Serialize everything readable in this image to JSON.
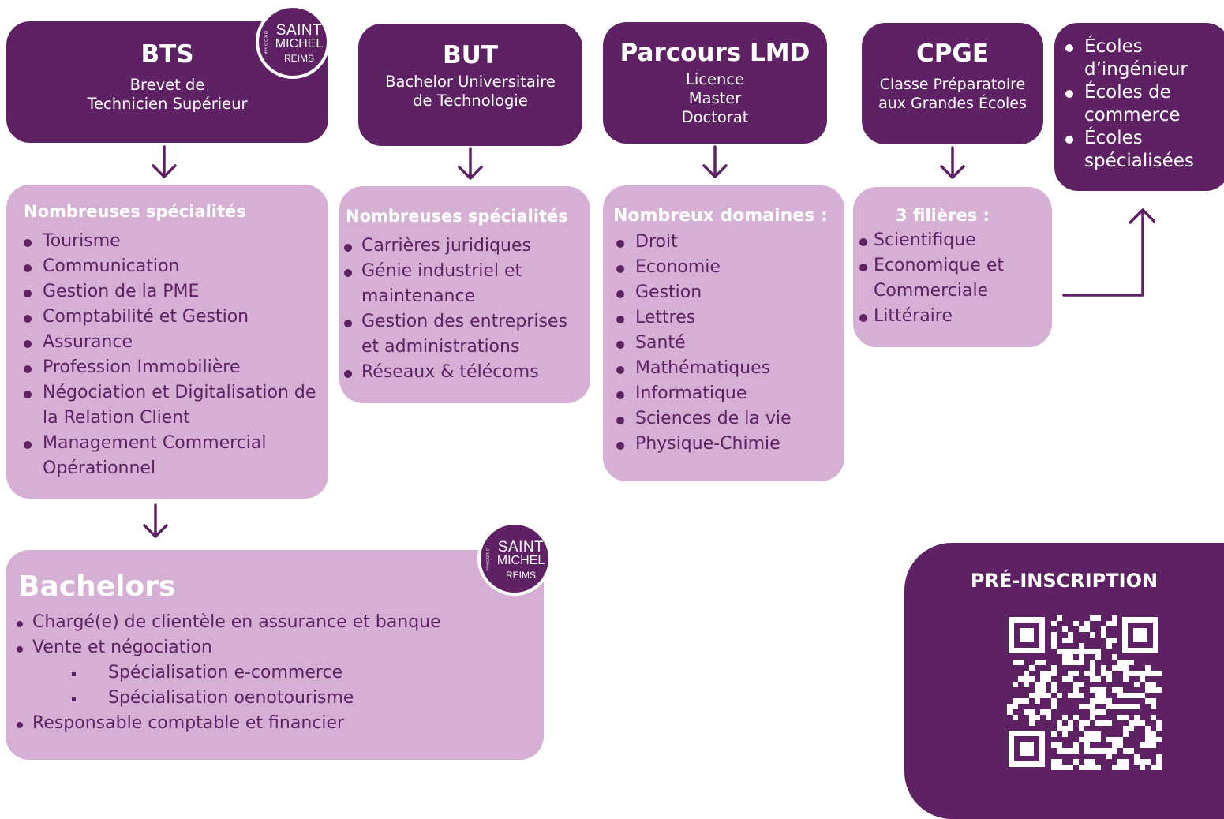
{
  "bts": {
    "title": "BTS",
    "subtitle": "Brevet de\nTechnicien Supérieur",
    "spec_title": "Nombreuses spécialités",
    "items": [
      "Tourisme",
      "Communication",
      "Gestion de la PME",
      "Comptabilité et Gestion",
      "Assurance",
      "Profession Immobilière",
      "Négociation et Digitalisation de la Relation Client",
      "Management Commercial Opérationnel"
    ]
  },
  "but": {
    "title": "BUT",
    "subtitle": "Bachelor Universitaire\nde Technologie",
    "spec_title": "Nombreuses spécialités",
    "items": [
      "Carrières juridiques",
      "Génie industriel et maintenance",
      "Gestion des entreprises et administrations",
      "Réseaux & télécoms"
    ]
  },
  "lmd": {
    "title": "Parcours LMD",
    "subtitle": "Licence\nMaster\nDoctorat",
    "spec_title": "Nombreux domaines :",
    "items": [
      "Droit",
      "Economie",
      "Gestion",
      "Lettres",
      "Santé",
      "Mathématiques",
      "Informatique",
      "Sciences de la vie",
      "Physique-Chimie"
    ]
  },
  "cpge": {
    "title": "CPGE",
    "subtitle": "Classe Préparatoire\naux Grandes Écoles",
    "spec_title": "3 filières :",
    "items": [
      "Scientifique",
      "Economique et Commerciale",
      "Littéraire"
    ]
  },
  "ecoles": {
    "items": [
      "Écoles d’ingénieur",
      "Écoles de commerce",
      "Écoles spécialisées"
    ]
  },
  "bachelors": {
    "title": "Bachelors",
    "items": [
      "Chargé(e) de clientèle en assurance et banque",
      "Vente et négociation"
    ],
    "sub_items": [
      "Spécialisation e-commerce",
      "Spécialisation oenotourisme"
    ],
    "last_item": "Responsable comptable et financier"
  },
  "logo": {
    "line1": "SAINT",
    "line2": "MICHEL",
    "line3": "REIMS",
    "group": "GROUPE"
  },
  "preinscription": {
    "title": "PRÉ-INSCRIPTION"
  },
  "colors": {
    "dark": "#5e2163",
    "light": "#d5b0d4"
  }
}
